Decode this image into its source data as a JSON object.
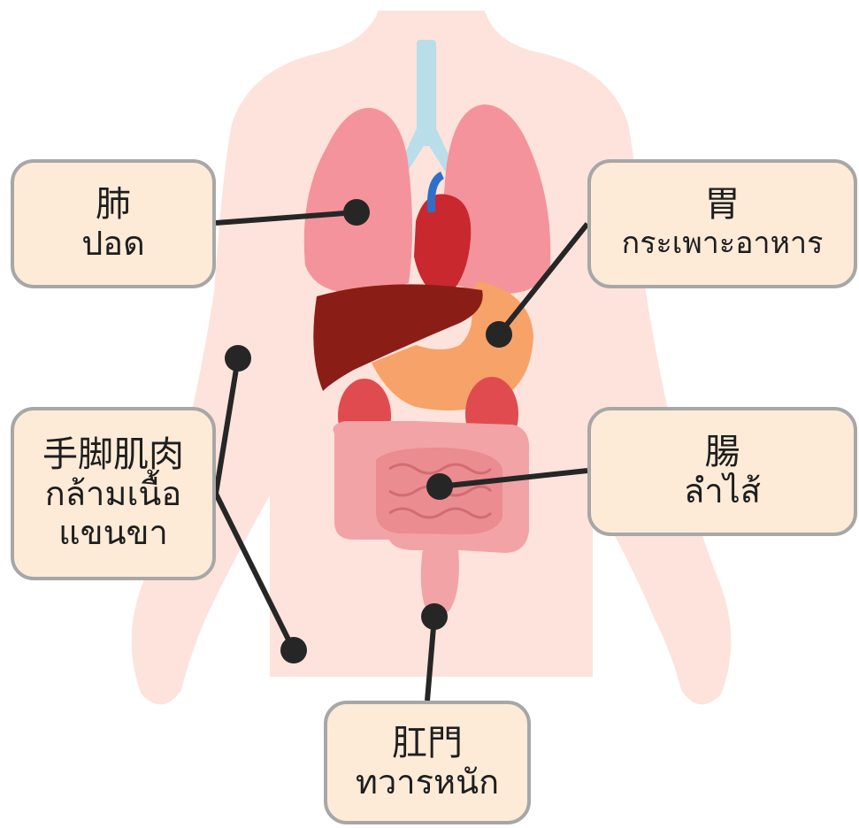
{
  "labels": {
    "lung": {
      "japanese": "肺",
      "thai": "ปอด"
    },
    "stomach": {
      "japanese": "胃",
      "thai": "กระเพาะอาหาร"
    },
    "muscle": {
      "japanese": "手脚肌肉",
      "thai_line1": "กล้ามเนื้อ",
      "thai_line2": "แขนขา"
    },
    "intestine": {
      "japanese": "腸",
      "thai": "ลำไส้"
    },
    "anus": {
      "japanese": "肛門",
      "thai": "ทวารหนัก"
    }
  },
  "colors": {
    "body": "#fde3dc",
    "lung": "#f4939b",
    "liver": "#8b1d17",
    "stomach": "#f7a268",
    "kidney": "#e04b4f",
    "intestine": "#f2a3a6",
    "trachea": "#b9dde9",
    "heart": "#c8282e",
    "box_fill": "#fdebd8",
    "box_border": "#a7a7a7",
    "leader": "#262626"
  }
}
